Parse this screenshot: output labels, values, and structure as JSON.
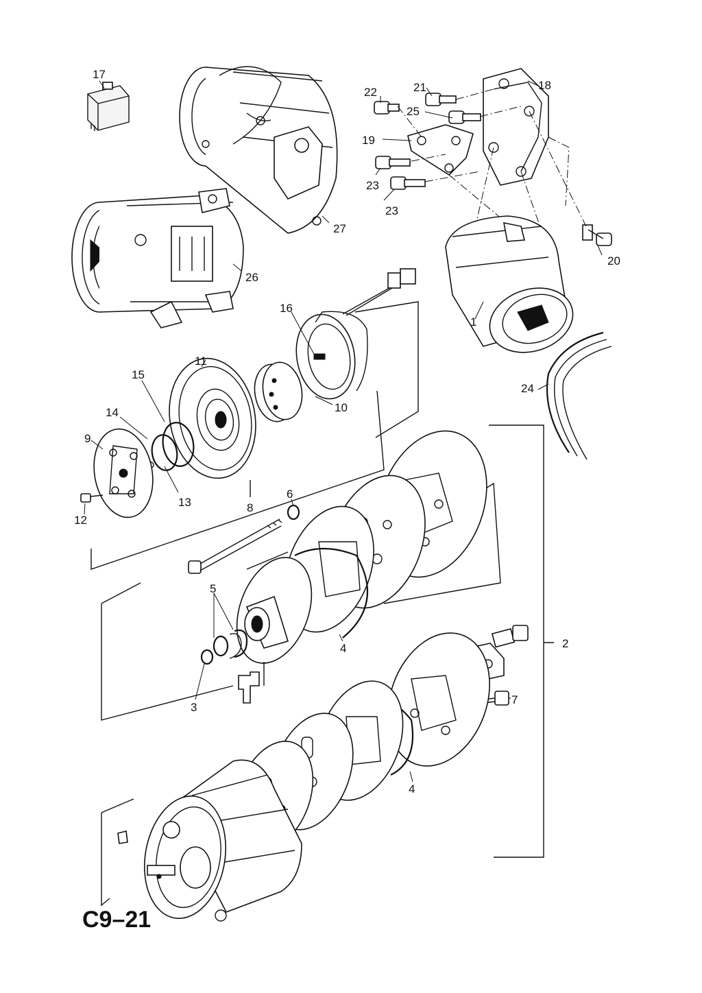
{
  "diagram": {
    "reference_code": "C9–21",
    "callouts": [
      {
        "id": "17",
        "label": "17"
      },
      {
        "id": "27",
        "label": "27"
      },
      {
        "id": "26",
        "label": "26"
      },
      {
        "id": "22",
        "label": "22"
      },
      {
        "id": "21",
        "label": "21"
      },
      {
        "id": "18",
        "label": "18"
      },
      {
        "id": "25",
        "label": "25"
      },
      {
        "id": "19",
        "label": "19"
      },
      {
        "id": "23a",
        "label": "23"
      },
      {
        "id": "23b",
        "label": "23"
      },
      {
        "id": "20",
        "label": "20"
      },
      {
        "id": "1",
        "label": "1"
      },
      {
        "id": "16",
        "label": "16"
      },
      {
        "id": "11",
        "label": "11"
      },
      {
        "id": "15",
        "label": "15"
      },
      {
        "id": "10",
        "label": "10"
      },
      {
        "id": "14",
        "label": "14"
      },
      {
        "id": "9",
        "label": "9"
      },
      {
        "id": "24",
        "label": "24"
      },
      {
        "id": "13",
        "label": "13"
      },
      {
        "id": "12",
        "label": "12"
      },
      {
        "id": "8",
        "label": "8"
      },
      {
        "id": "6",
        "label": "6"
      },
      {
        "id": "5",
        "label": "5"
      },
      {
        "id": "4a",
        "label": "4"
      },
      {
        "id": "2",
        "label": "2"
      },
      {
        "id": "3",
        "label": "3"
      },
      {
        "id": "7",
        "label": "7"
      },
      {
        "id": "4b",
        "label": "4"
      }
    ]
  }
}
